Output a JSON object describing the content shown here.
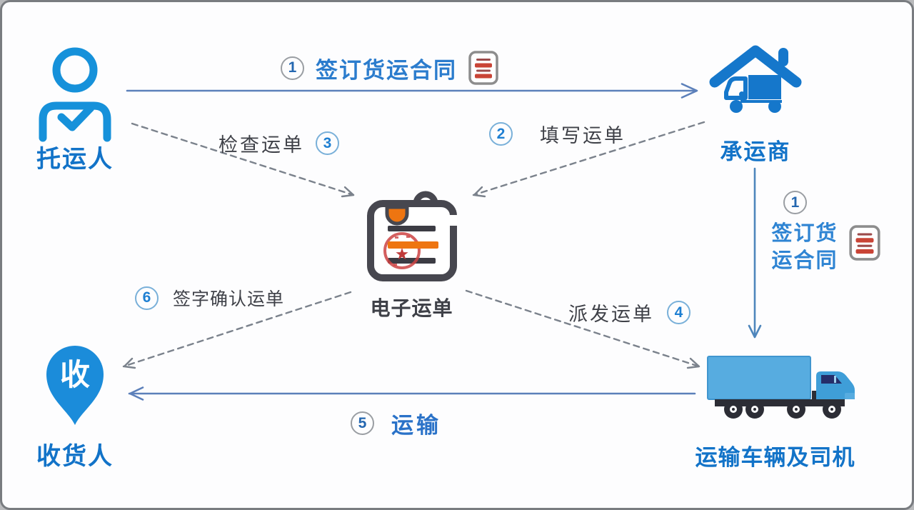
{
  "nodes": {
    "shipper": {
      "label": "托运人"
    },
    "carrier": {
      "label": "承运商"
    },
    "waybill": {
      "label": "电子运单"
    },
    "consignee": {
      "label": "收货人",
      "pin_char": "收"
    },
    "vehicle": {
      "label": "运输车辆及司机"
    }
  },
  "edges": {
    "sign_contract_top": {
      "num": "1",
      "label": "签订货运合同"
    },
    "fill_waybill": {
      "num": "2",
      "label": "填写运单"
    },
    "check_waybill": {
      "num": "3",
      "label": "检查运单"
    },
    "sign_contract_right": {
      "num": "1",
      "line1": "签订货",
      "line2": "运合同"
    },
    "dispatch_waybill": {
      "num": "4",
      "label": "派发运单"
    },
    "transport": {
      "num": "5",
      "label": "运输"
    },
    "sign_confirm": {
      "num": "6",
      "label": "签字确认运单"
    }
  },
  "colors": {
    "icon_blue": "#1691da",
    "carrier_blue": "#1577cb",
    "label_blue": "#1273c8",
    "edge_blue_text": "#2b7ccd",
    "solid_arrow": "#5c80ba",
    "dashed_arrow": "#7b828c",
    "clipboard_dark": "#47474f",
    "clipboard_orange": "#ee7511",
    "stamp_red": "#cc4343",
    "truck_body": "#57ace0"
  }
}
